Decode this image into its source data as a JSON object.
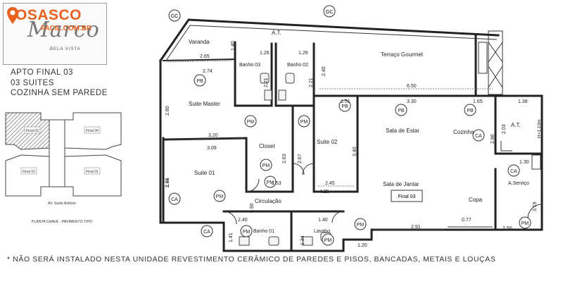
{
  "logo": {
    "script": "Marco",
    "sub": "BELA VISTA"
  },
  "watermark": {
    "title": "OSASCO",
    "sub": "FACIL.COM.BR"
  },
  "apt_info": {
    "line1": "APTO FINAL 03",
    "line2": "03 SUITES",
    "line3": "COZINHA SEM PAREDE"
  },
  "key_plan": {
    "units": [
      "Final 02",
      "Final 03",
      "Final 04",
      "Final 01"
    ],
    "street": "AV. Santo Antônio",
    "caption": "PLANTA CHAVE - PAVIMENTO TIPO"
  },
  "rooms": {
    "varanda": "Varanda",
    "at_top": "A.T.",
    "terraco": "Terraço Gourmet",
    "banho03": "Banho 03",
    "banho02": "Banho 02",
    "suite_master": "Suite Master",
    "closet": "Closet",
    "suite02": "Suite 02",
    "suite01": "Suite 01",
    "sala_estar": "Sala de Estar",
    "cozinha": "Cozinha",
    "at_right": "A.T.",
    "sala_jantar": "Sala de Jantar",
    "final": "Final 03",
    "circulacao": "Circulação",
    "a_servico": "A.Serviço",
    "copa": "Copa",
    "banho01": "Banho 01",
    "lavabo": "Lavabo"
  },
  "symbols": {
    "gc": "GC",
    "pb": "PB",
    "pm": "PM",
    "ca": "CA"
  },
  "dims": {
    "d265": "2.65",
    "d274": "2.74",
    "d140": "1.40",
    "d126a": "1.26",
    "d126b": "1.26",
    "d240v": "2.40",
    "d221a": "2.21",
    "d221b": "2.21",
    "d650": "6.50",
    "d151": "1.51",
    "d330": "3.30",
    "d165": "1.65",
    "d138": "1.38",
    "d280": "2.80",
    "d320": "3.20",
    "d309": "3.09",
    "d263": "2.63",
    "d267": "2.67",
    "d340": "3.40",
    "d203": "2.03",
    "d286": "2.86",
    "h110": "H=1.10m",
    "d130": "1.30",
    "d266": "2.66",
    "d153": "1.53",
    "d245": "2.45",
    "d425": "4.25",
    "d090": "0.90",
    "d240h": "2.40",
    "d140b": "1.40",
    "d291": "2.91",
    "d077": "0.77",
    "d250": "2.50",
    "d319": "3.19",
    "d141": "1.41",
    "d134": "1.34",
    "d120": "1.20"
  },
  "footnote": "* NÃO SERÁ INSTALADO NESTA UNIDADE REVESTIMENTO CERÂMICO DE PAREDES E PISOS, BANCADAS, METAIS E LOUÇAS"
}
